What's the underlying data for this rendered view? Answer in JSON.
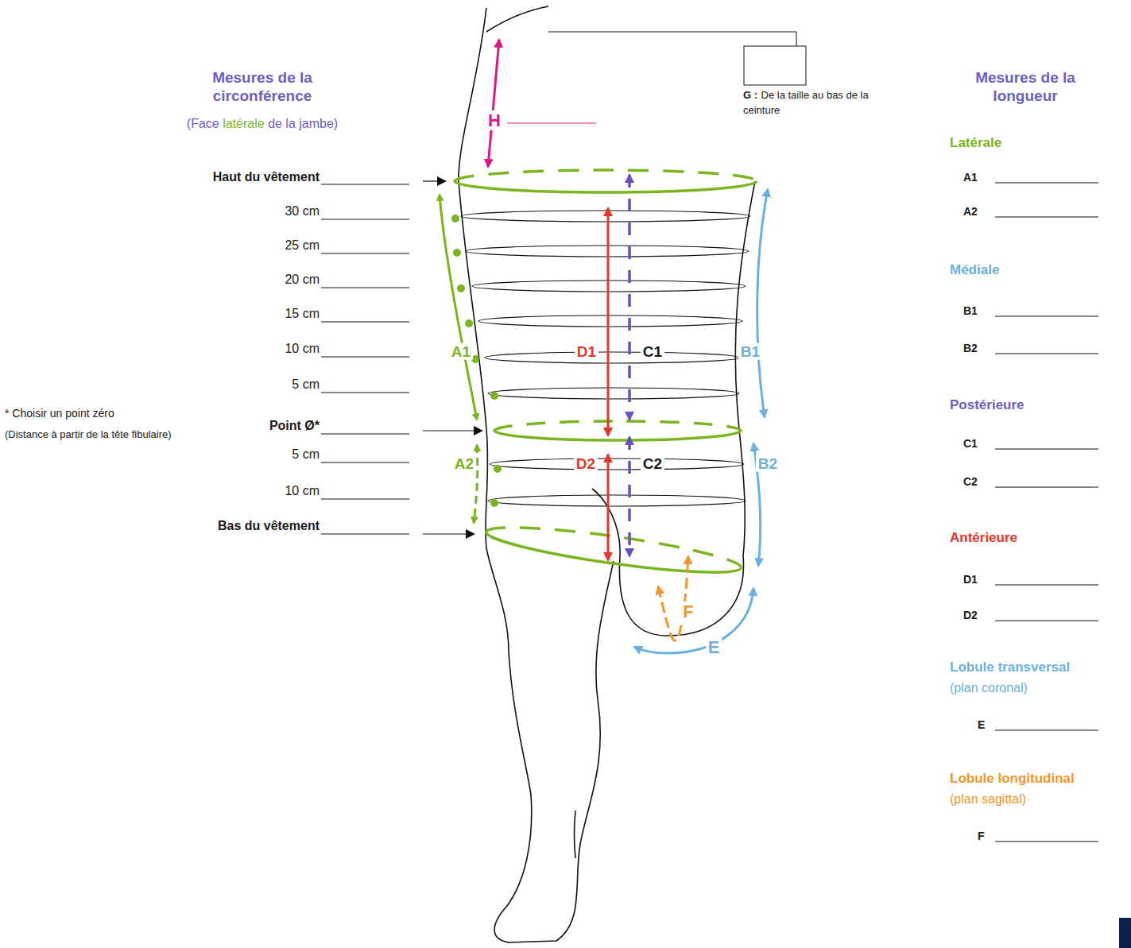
{
  "diagram": {
    "labels": [
      "Mesures de la circonférence",
      "(Face",
      "latérale",
      "de la jambe)",
      "Haut du vêtement",
      "30 cm",
      "25 cm",
      "20 cm",
      "15 cm",
      "10 cm",
      "5 cm",
      "Point Ø*",
      "5 cm",
      "10 cm",
      "Bas du vêtement",
      "* Choisir un point zéro",
      "(Distance à partir de la tête fibulaire)",
      "H",
      "A1",
      "D1",
      "C1",
      "B1",
      "A2",
      "D2",
      "C2",
      "B2",
      "F",
      "E",
      "G :",
      "De la taille au bas de la ceinture",
      "Mesures de la longueur",
      "Latérale",
      "A1",
      "A2",
      "Médiale",
      "B1",
      "B2",
      "Postérieure",
      "C1",
      "C2",
      "Antérieure",
      "D1",
      "D2",
      "Lobule transversal",
      "(plan coronal)",
      "E",
      "Lobule longitudinal",
      "(plan sagittal)",
      "F"
    ]
  }
}
